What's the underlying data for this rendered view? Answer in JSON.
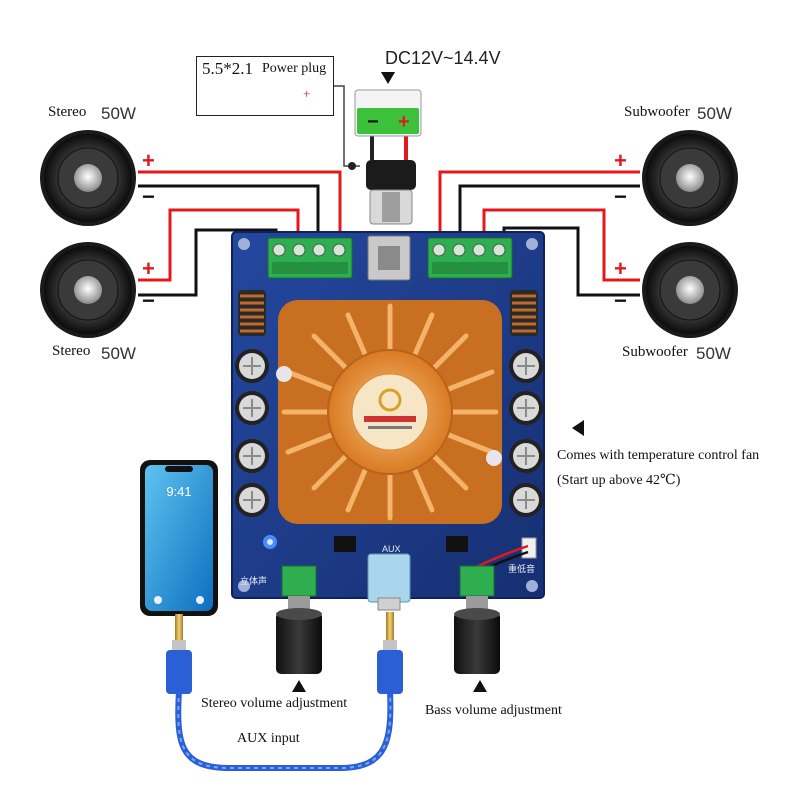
{
  "power": {
    "voltage": "DC12V~14.4V",
    "plug_size": "5.5*2.1",
    "plug_label": "Power plug",
    "plug_plus": "+"
  },
  "speakers": {
    "top_left": {
      "label": "Stereo",
      "watt": "50W"
    },
    "bottom_left": {
      "label": "Stereo",
      "watt": "50W"
    },
    "top_right": {
      "label": "Subwoofer",
      "watt": "50W"
    },
    "bottom_right": {
      "label": "Subwoofer",
      "watt": "50W"
    },
    "plus": "+",
    "minus": "−"
  },
  "terminal": {
    "minus": "−",
    "plus": "+"
  },
  "fan": {
    "line1": "Comes with temperature control fan",
    "line2": "(Start up above 42℃)"
  },
  "phone": {
    "time": "9:41"
  },
  "board": {
    "aux_mark": "AUX",
    "stereo_mark": "立体声",
    "bass_mark": "重低音"
  },
  "controls": {
    "stereo_volume": "Stereo volume adjustment",
    "bass_volume": "Bass volume adjustment",
    "aux_input": "AUX input"
  },
  "colors": {
    "pcb": "#1f3b8a",
    "wire_red": "#e0191c",
    "wire_black": "#111111",
    "terminal_green": "#2fae4f",
    "heatsink": "#e8973d",
    "cable_blue": "#2a5fd6"
  }
}
